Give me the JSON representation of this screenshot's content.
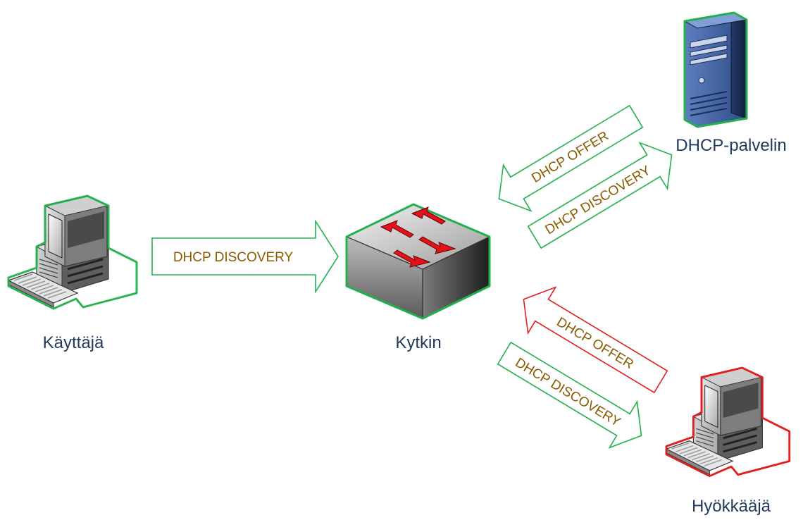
{
  "nodes": {
    "user": "Käyttäjä",
    "switch": "Kytkin",
    "server": "DHCP-palvelin",
    "attacker": "Hyökkääjä"
  },
  "arrows": {
    "user_to_switch": "DHCP DISCOVERY",
    "server_offer": "DHCP OFFER",
    "switch_to_server": "DHCP DISCOVERY",
    "attacker_offer": "DHCP OFFER",
    "switch_to_attacker": "DHCP DISCOVERY"
  },
  "colors": {
    "legit_outline": "#22b04e",
    "rogue_outline": "#e02020",
    "label_text": "#8a5a00",
    "node_text": "#1f3a5a",
    "switch_arrows": "#e0121a"
  },
  "icons": {
    "user": "desktop-computer-icon",
    "switch": "network-switch-icon",
    "server": "server-tower-icon",
    "attacker": "desktop-computer-icon"
  }
}
